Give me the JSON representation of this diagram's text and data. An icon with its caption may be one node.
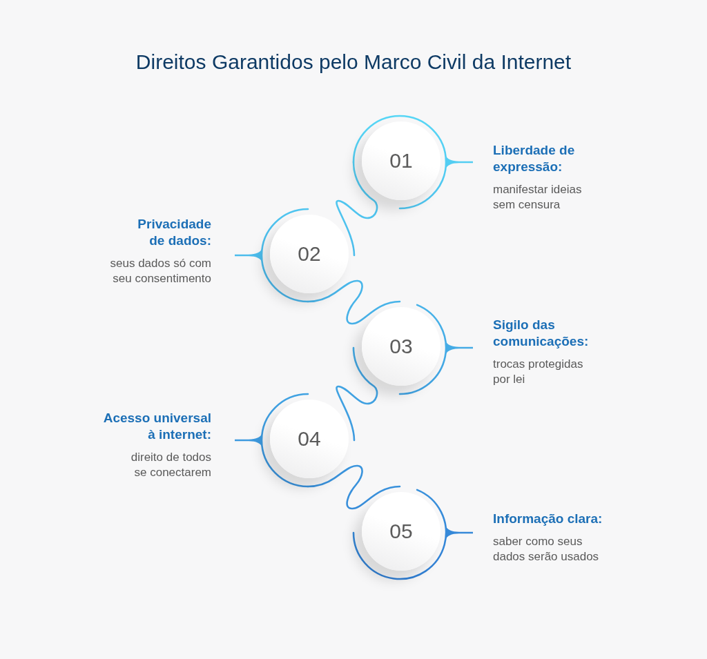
{
  "diagram": {
    "title": "Direitos Garantidos pelo Marco Civil da Internet",
    "nodes": [
      {
        "text": [
          "01"
        ],
        "beside": [
          "Liberdade de expressão:",
          "manifestar ideias sem censura"
        ]
      },
      {
        "text": [
          "02"
        ],
        "beside": [
          "Privacidade de dados:",
          "seus dados só com seu consentimento"
        ]
      },
      {
        "text": [
          "03"
        ],
        "beside": [
          "Sigilo das comunicações:",
          "trocas protegidas por lei"
        ]
      },
      {
        "text": [
          "04"
        ],
        "beside": [
          "Acesso universal à internet:",
          "direito de todos se conectarem"
        ]
      },
      {
        "text": [
          "05"
        ],
        "beside": [
          "Informação clara:",
          "saber como seus dados serão usados"
        ]
      }
    ],
    "edges": [
      {
        "from": 0,
        "to": 1,
        "arrow": "none"
      },
      {
        "from": 1,
        "to": 2,
        "arrow": "none"
      },
      {
        "from": 2,
        "to": 3,
        "arrow": "none"
      },
      {
        "from": 3,
        "to": 4,
        "arrow": "none"
      }
    ]
  }
}
